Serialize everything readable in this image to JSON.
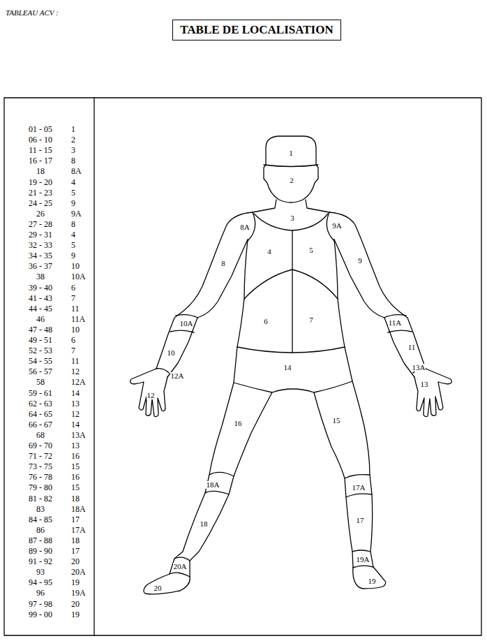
{
  "diagram": {
    "title": "TABLE DE LOCALISATION",
    "labels": [
      "TABLEAU ACV :",
      "01 - 05",
      "1",
      "06 - 10",
      "2",
      "11 - 15",
      "3",
      "16 - 17",
      "8",
      "18",
      "8A",
      "19 - 20",
      "4",
      "21 - 23",
      "5",
      "24 - 25",
      "9",
      "26",
      "9A",
      "27 - 28",
      "8",
      "29 - 31",
      "4",
      "32 - 33",
      "5",
      "34 - 35",
      "9",
      "36 - 37",
      "10",
      "38",
      "10A",
      "39 - 40",
      "6",
      "41 - 43",
      "7",
      "44 - 45",
      "11",
      "46",
      "11A",
      "47 - 48",
      "10",
      "49 - 51",
      "6",
      "52 - 53",
      "7",
      "54 - 55",
      "11",
      "56 - 57",
      "12",
      "58",
      "12A",
      "59 - 61",
      "14",
      "62 - 63",
      "13",
      "64 - 65",
      "12",
      "66 - 67",
      "14",
      "68",
      "13A",
      "69 - 70",
      "13",
      "71 - 72",
      "16",
      "73 - 75",
      "15",
      "76 - 78",
      "16",
      "79 - 80",
      "15",
      "81 - 82",
      "18",
      "83",
      "18A",
      "84 - 85",
      "17",
      "86",
      "17A",
      "87 - 88",
      "18",
      "89 - 90",
      "17",
      "91 - 92",
      "20",
      "93",
      "20A",
      "94 - 95",
      "19",
      "96",
      "19A",
      "97 - 98",
      "20",
      "99 - 00",
      "19",
      "1",
      "2",
      "3",
      "8A",
      "9A",
      "4",
      "5",
      "8",
      "9",
      "10A",
      "6",
      "7",
      "11A",
      "11",
      "10",
      "14",
      "13A",
      "12A",
      "13",
      "12",
      "16",
      "15",
      "18A",
      "17A",
      "17",
      "18",
      "19A",
      "20A",
      "19",
      "20"
    ]
  }
}
